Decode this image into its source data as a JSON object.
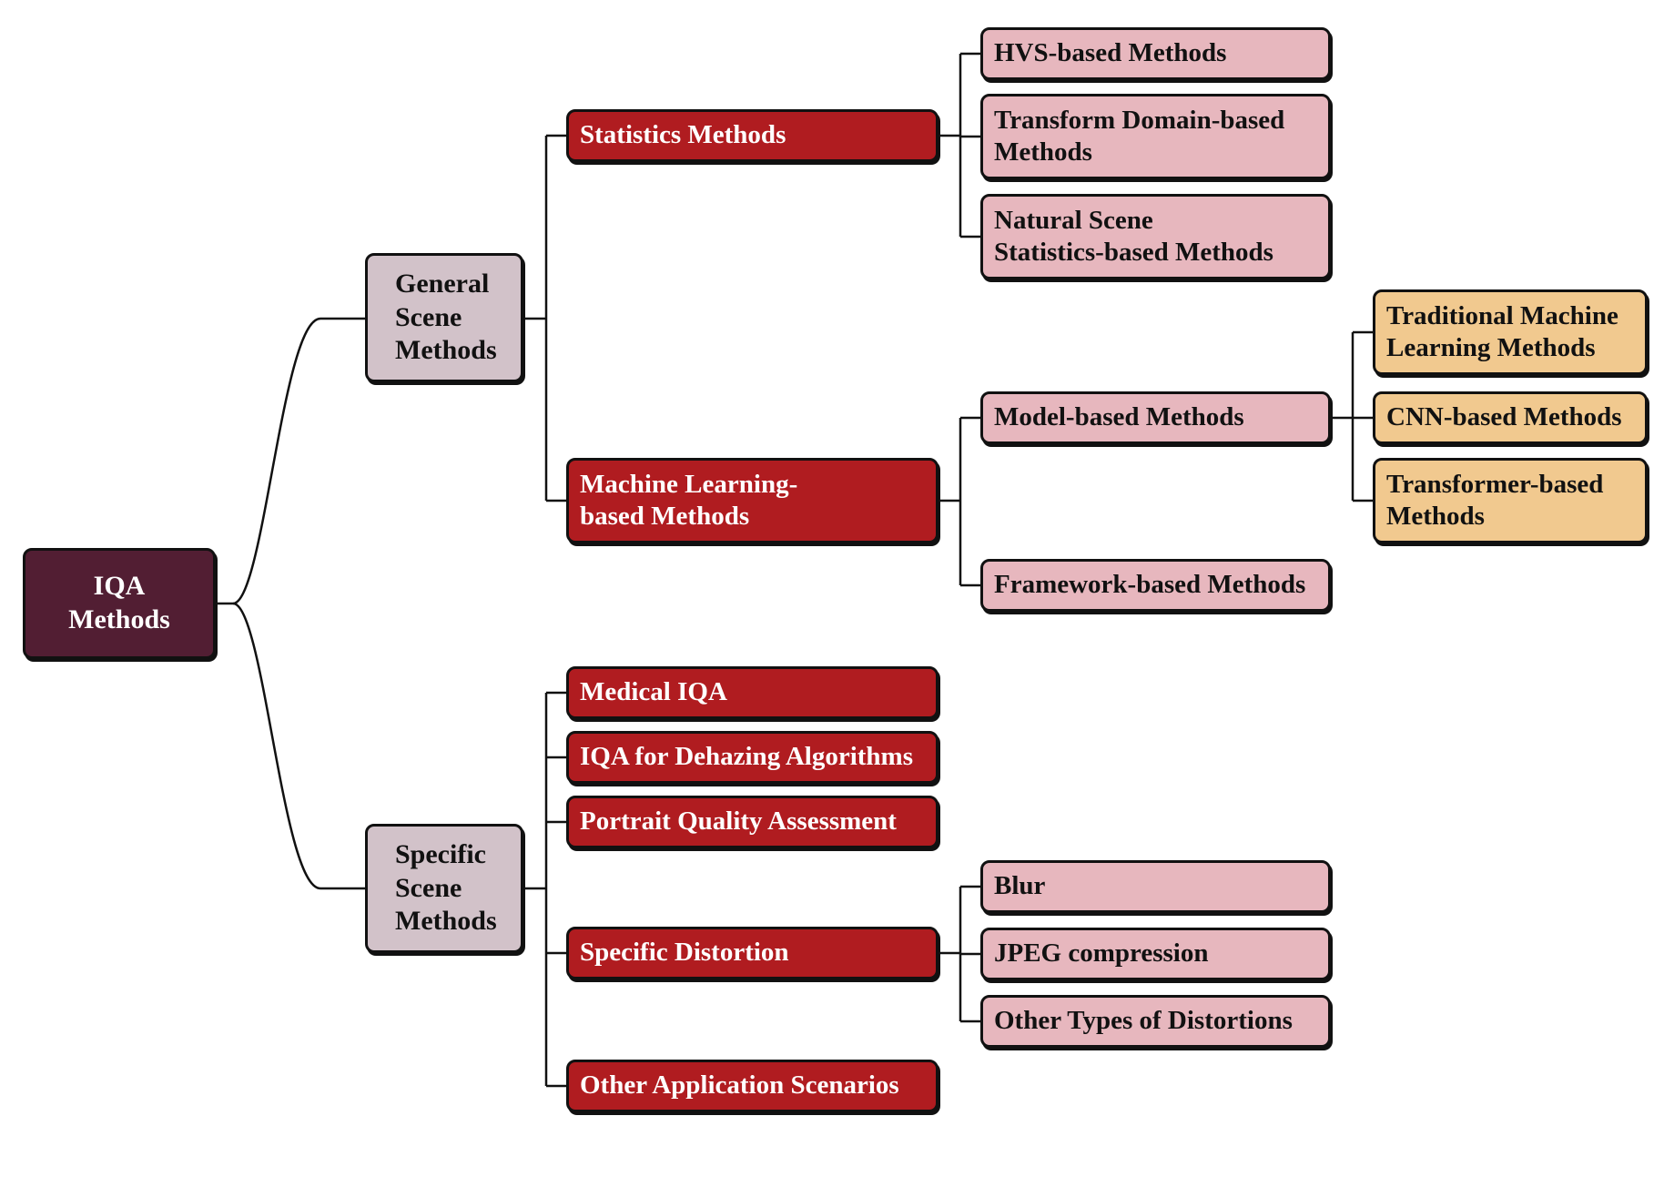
{
  "root": {
    "label": "IQA\nMethods"
  },
  "general": {
    "label": "General\nScene\nMethods",
    "statistics": {
      "label": "Statistics Methods",
      "children": [
        "HVS-based Methods",
        "Transform Domain-based\nMethods",
        "Natural Scene\nStatistics-based Methods"
      ]
    },
    "ml": {
      "label": "Machine Learning-\nbased Methods",
      "model": {
        "label": "Model-based Methods",
        "children": [
          "Traditional Machine\nLearning  Methods",
          "CNN-based  Methods",
          "Transformer-based\nMethods"
        ]
      },
      "framework": {
        "label": "Framework-based Methods"
      }
    }
  },
  "specific": {
    "label": "Specific\nScene\nMethods",
    "items": [
      "Medical IQA",
      "IQA for Dehazing Algorithms",
      "Portrait Quality Assessment"
    ],
    "distortion": {
      "label": "Specific Distortion",
      "children": [
        "Blur",
        "JPEG compression",
        "Other Types of Distortions"
      ]
    },
    "other": {
      "label": "Other Application Scenarios"
    }
  },
  "colors": {
    "root": "#521e33",
    "level1": "#d2c2c9",
    "level2": "#b01c20",
    "level3": "#e7b7be",
    "level4": "#f1c98f"
  }
}
